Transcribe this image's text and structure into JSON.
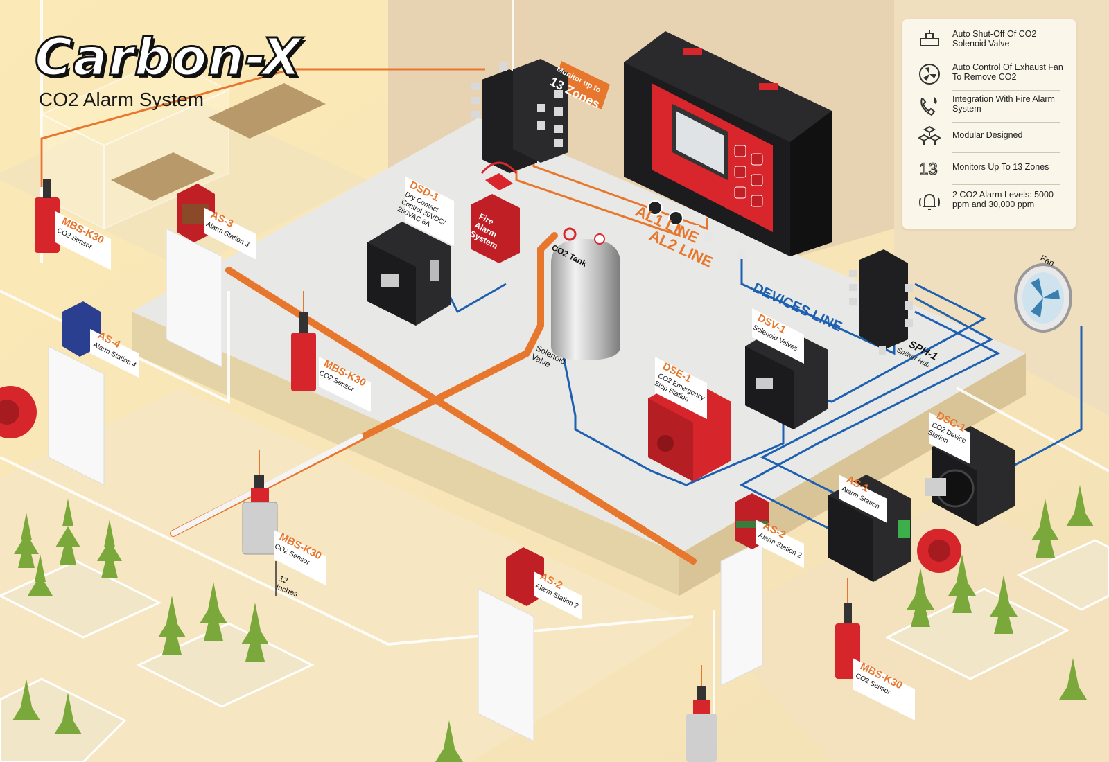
{
  "header": {
    "title": "Carbon-X",
    "subtitle": "CO2 Alarm System"
  },
  "features": [
    {
      "icon": "valve-icon",
      "text": "Auto Shut-Off Of CO2 Solenoid Valve"
    },
    {
      "icon": "exhaust-fan-icon",
      "text": "Auto Control Of Exhaust Fan To Remove CO2"
    },
    {
      "icon": "phone-fire-icon",
      "text": "Integration With Fire Alarm System"
    },
    {
      "icon": "modules-icon",
      "text": "Modular Designed"
    },
    {
      "icon": "thirteen-zones-icon",
      "text": "Monitors Up To 13 Zones"
    },
    {
      "icon": "bell-alarm-icon",
      "text": "2 CO2 Alarm Levels: 5000 ppm and 30,000 ppm"
    }
  ],
  "labels": {
    "monitor": [
      "Monitor up to",
      "13 Zones"
    ],
    "al1": "AL1 LINE",
    "al2": "AL2 LINE",
    "devices": "DEVICES LINE",
    "sph": [
      "SPH-1",
      "Splitter Hub"
    ],
    "dsd": [
      "DSD-1",
      "Dry Contact",
      "Control 30VDC/",
      "250VAC.6A"
    ],
    "fire": [
      "Fire",
      "Alarm",
      "System"
    ],
    "tank": "CO2 Tank",
    "solenoid": [
      "Solenoid",
      "Valve"
    ],
    "dsv": [
      "DSV-1",
      "Solenoid Valves"
    ],
    "dse": [
      "DSE-1",
      "CO2 Emergency",
      "Stop Station"
    ],
    "dsc": [
      "DSC-1",
      "CO2 Device",
      "Station"
    ],
    "fan": "Fan",
    "as1": [
      "AS-1",
      "Alarm Station"
    ],
    "as2a": [
      "AS-2",
      "Alarm Station 2"
    ],
    "as2b": [
      "AS-2",
      "Alarm Station 2"
    ],
    "as3": [
      "AS-3",
      "Alarm Station 3"
    ],
    "as4": [
      "AS-4",
      "Alarm Station 4"
    ],
    "mbs1": [
      "MBS-K30",
      "CO2 Sensor"
    ],
    "mbs2": [
      "MBS-K30",
      "CO2 Sensor"
    ],
    "mbs3": [
      "MBS-K30",
      "CO2 Sensor"
    ],
    "mbs4": [
      "MBS-K30",
      "CO2 Sensor"
    ],
    "inches": [
      "12",
      "Inches"
    ]
  },
  "colors": {
    "wall": "#f1dca9",
    "floor": "#e9e9e6",
    "orange_line": "#e8772e",
    "blue_line": "#1d5fb0",
    "device_red": "#d7262b",
    "device_black": "#1d1d1f",
    "plant_green": "#79a93a",
    "soil": "#8a5a3a"
  }
}
